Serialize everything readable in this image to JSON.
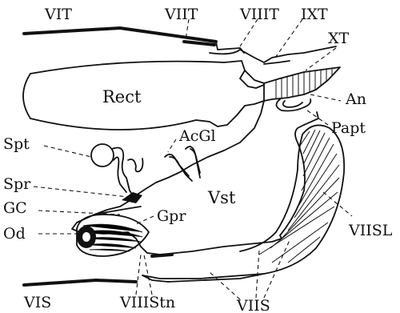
{
  "figure": {
    "labels": {
      "vit": "VIT",
      "viit": "VIIT",
      "viiit": "VIIIT",
      "ixt": "IXT",
      "xt": "XT",
      "rect": "Rect",
      "an": "An",
      "papt": "Papt",
      "spt": "Spt",
      "acgl": "AcGl",
      "spr": "Spr",
      "vst": "Vst",
      "gc": "GC",
      "gpr": "Gpr",
      "viisl": "VIISL",
      "od": "Od",
      "vis": "VIS",
      "viiistn": "VIIIStn",
      "viis": "VIIS"
    }
  }
}
